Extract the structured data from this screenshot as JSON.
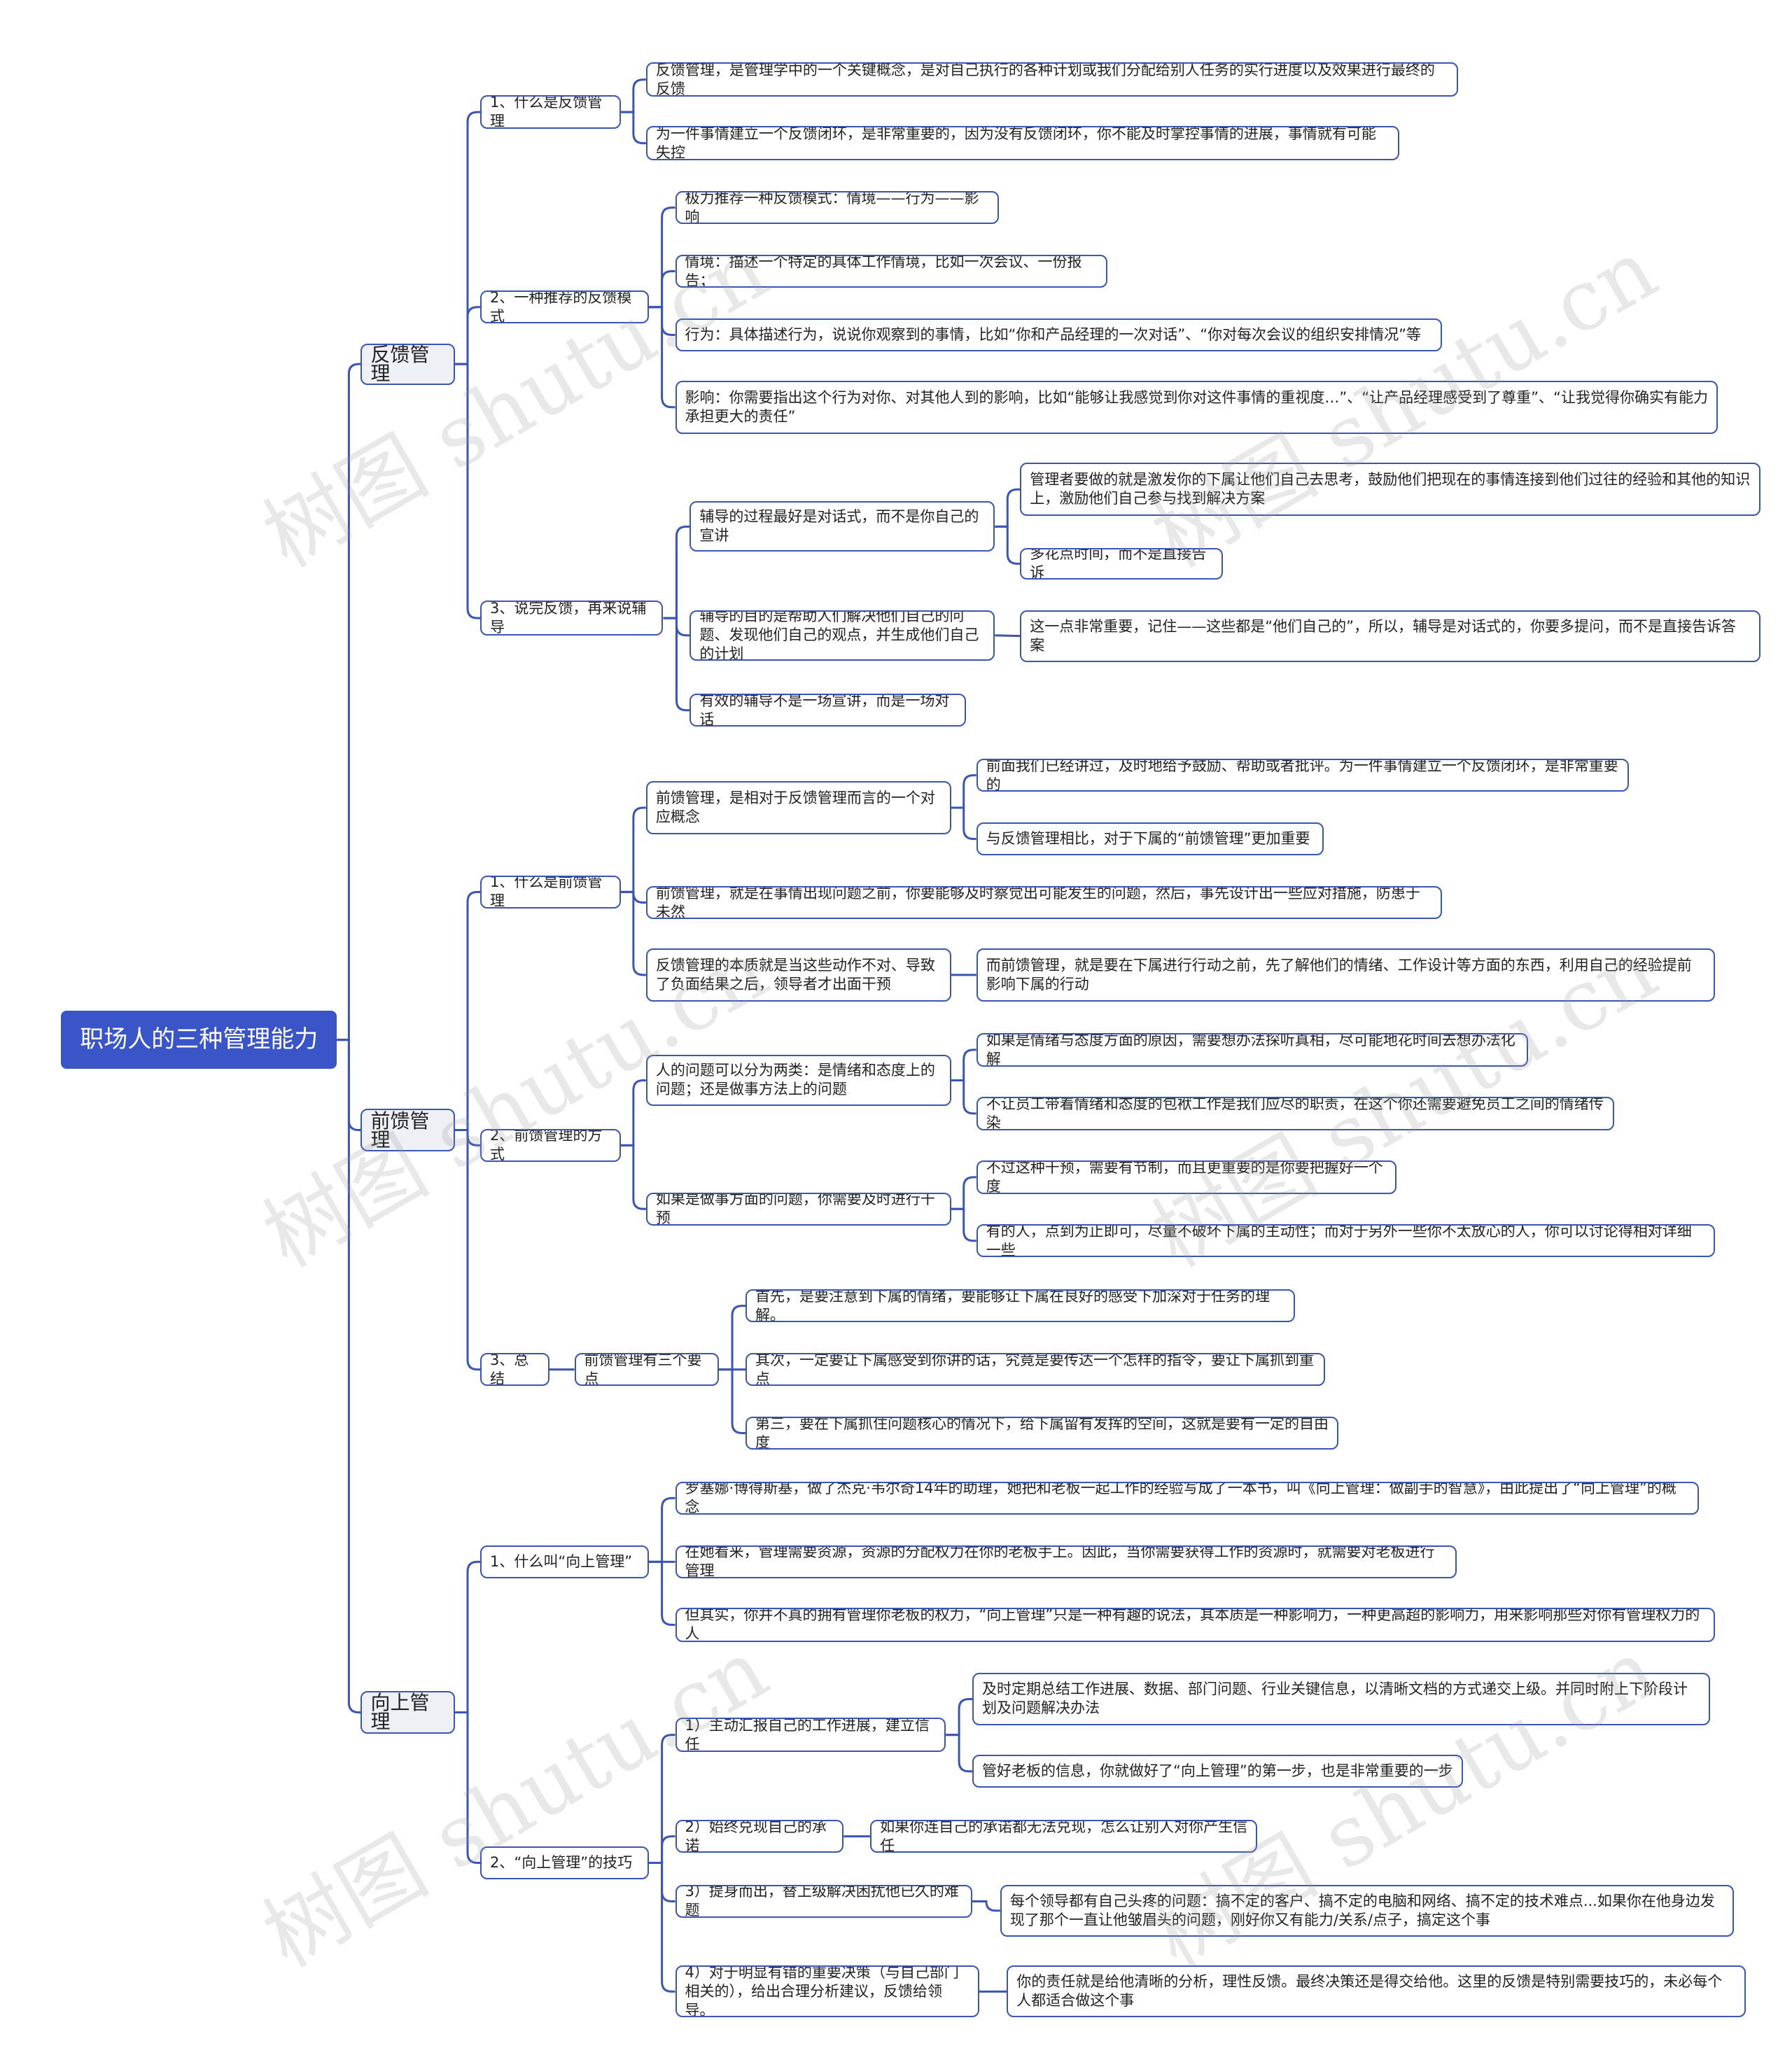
{
  "root": {
    "label": "职场人的三种管理能力"
  },
  "watermark": "树图 shutu.cn",
  "colors": {
    "line": "#3b55b5",
    "root_bg": "#3a55c8",
    "l1_bg": "#eef0f6"
  },
  "branches": [
    {
      "label": "反馈管理",
      "items": [
        {
          "label": "1、什么是反馈管理",
          "items": [
            {
              "label": "反馈管理，是管理学中的一个关键概念，是对自己执行的各种计划或我们分配给别人任务的实行进度以及效果进行最终的反馈"
            },
            {
              "label": "为一件事情建立一个反馈闭环，是非常重要的，因为没有反馈闭环，你不能及时掌控事情的进展，事情就有可能失控"
            }
          ]
        },
        {
          "label": "2、一种推荐的反馈模式",
          "items": [
            {
              "label": "极力推荐一种反馈模式：情境——行为——影响"
            },
            {
              "label": "情境：描述一个特定的具体工作情境，比如一次会议、一份报告；"
            },
            {
              "label": "行为：具体描述行为，说说你观察到的事情，比如“你和产品经理的一次对话”、“你对每次会议的组织安排情况”等"
            },
            {
              "label": "影响：你需要指出这个行为对你、对其他人到的影响，比如“能够让我感觉到你对这件事情的重视度…”、“让产品经理感受到了尊重”、“让我觉得你确实有能力承担更大的责任”"
            }
          ]
        },
        {
          "label": "3、说完反馈，再来说辅导",
          "items": [
            {
              "label": "辅导的过程最好是对话式，而不是你自己的宣讲",
              "items": [
                {
                  "label": "管理者要做的就是激发你的下属让他们自己去思考，鼓励他们把现在的事情连接到他们过往的经验和其他的知识上，激励他们自己参与找到解决方案"
                },
                {
                  "label": "多花点时间，而不是直接告诉"
                }
              ]
            },
            {
              "label": "辅导的目的是帮助人们解决他们自己的问题、发现他们自己的观点，并生成他们自己的计划",
              "items": [
                {
                  "label": "这一点非常重要，记住——这些都是“他们自己的”，所以，辅导是对话式的，你要多提问，而不是直接告诉答案"
                }
              ]
            },
            {
              "label": "有效的辅导不是一场宣讲，而是一场对话"
            }
          ]
        }
      ]
    },
    {
      "label": "前馈管理",
      "items": [
        {
          "label": "1、什么是前馈管理",
          "items": [
            {
              "label": "前馈管理，是相对于反馈管理而言的一个对应概念",
              "items": [
                {
                  "label": "前面我们已经讲过，及时地给予鼓励、帮助或者批评。为一件事情建立一个反馈闭环，是非常重要的"
                },
                {
                  "label": "与反馈管理相比，对于下属的“前馈管理”更加重要"
                }
              ]
            },
            {
              "label": "前馈管理，就是在事情出现问题之前，你要能够及时察觉出可能发生的问题，然后，事先设计出一些应对措施，防患于未然"
            },
            {
              "label": "反馈管理的本质就是当这些动作不对、导致了负面结果之后，领导者才出面干预",
              "items": [
                {
                  "label": "而前馈管理，就是要在下属进行行动之前，先了解他们的情绪、工作设计等方面的东西，利用自己的经验提前影响下属的行动"
                }
              ]
            }
          ]
        },
        {
          "label": "2、前馈管理的方式",
          "items": [
            {
              "label": "人的问题可以分为两类：是情绪和态度上的问题；还是做事方法上的问题",
              "items": [
                {
                  "label": "如果是情绪与态度方面的原因，需要想办法探听真相，尽可能地花时间去想办法化解"
                },
                {
                  "label": "不让员工带着情绪和态度的包袱工作是我们应尽的职责，在这个你还需要避免员工之间的情绪传染"
                }
              ]
            },
            {
              "label": "如果是做事方面的问题，你需要及时进行干预",
              "items": [
                {
                  "label": "不过这种干预，需要有节制，而且更重要的是你要把握好一个度"
                },
                {
                  "label": "有的人，点到为止即可，尽量不破坏下属的主动性；而对于另外一些你不太放心的人，你可以讨论得相对详细一些"
                }
              ]
            }
          ]
        },
        {
          "label": "3、总结",
          "items": [
            {
              "label": "前馈管理有三个要点",
              "items": [
                {
                  "label": "首先，是要注意到下属的情绪，要能够让下属在良好的感受下加深对于任务的理解。"
                },
                {
                  "label": "其次，一定要让下属感受到你讲的话，究竟是要传达一个怎样的指令，要让下属抓到重点"
                },
                {
                  "label": "第三，要在下属抓住问题核心的情况下，给下属留有发挥的空间，这就是要有一定的自由度"
                }
              ]
            }
          ]
        }
      ]
    },
    {
      "label": "向上管理",
      "items": [
        {
          "label": "1、什么叫“向上管理”",
          "items": [
            {
              "label": "罗塞娜·博得斯基，做了杰克·韦尔奇14年的助理，她把和老板一起工作的经验写成了一本书，叫《向上管理：做副手的智慧》，由此提出了“向上管理”的概念"
            },
            {
              "label": "在她看来，管理需要资源，资源的分配权力在你的老板手上。因此，当你需要获得工作的资源时，就需要对老板进行管理"
            },
            {
              "label": "但其实，你并不真的拥有管理你老板的权力，“向上管理”只是一种有趣的说法，其本质是一种影响力，一种更高超的影响力，用来影响那些对你有管理权力的人"
            }
          ]
        },
        {
          "label": "2、“向上管理”的技巧",
          "items": [
            {
              "label": "1）主动汇报自己的工作进展，建立信任",
              "items": [
                {
                  "label": "及时定期总结工作进展、数据、部门问题、行业关键信息，以清晰文档的方式递交上级。并同时附上下阶段计划及问题解决办法"
                },
                {
                  "label": "管好老板的信息，你就做好了“向上管理”的第一步，也是非常重要的一步"
                }
              ]
            },
            {
              "label": "2）始终兑现自己的承诺",
              "items": [
                {
                  "label": "如果你连自己的承诺都无法兑现，怎么让别人对你产生信任"
                }
              ]
            },
            {
              "label": "3）提身而出，替上级解决困扰他已久的难题",
              "items": [
                {
                  "label": "每个领导都有自己头疼的问题：搞不定的客户、搞不定的电脑和网络、搞不定的技术难点...如果你在他身边发现了那个一直让他皱眉头的问题，刚好你又有能力/关系/点子，搞定这个事"
                }
              ]
            },
            {
              "label": "4）对于明显有错的重要决策（与自己部门相关的），给出合理分析建议，反馈给领导。",
              "items": [
                {
                  "label": "你的责任就是给他清晰的分析，理性反馈。最终决策还是得交给他。这里的反馈是特别需要技巧的，未必每个人都适合做这个事"
                }
              ]
            }
          ]
        }
      ]
    }
  ]
}
